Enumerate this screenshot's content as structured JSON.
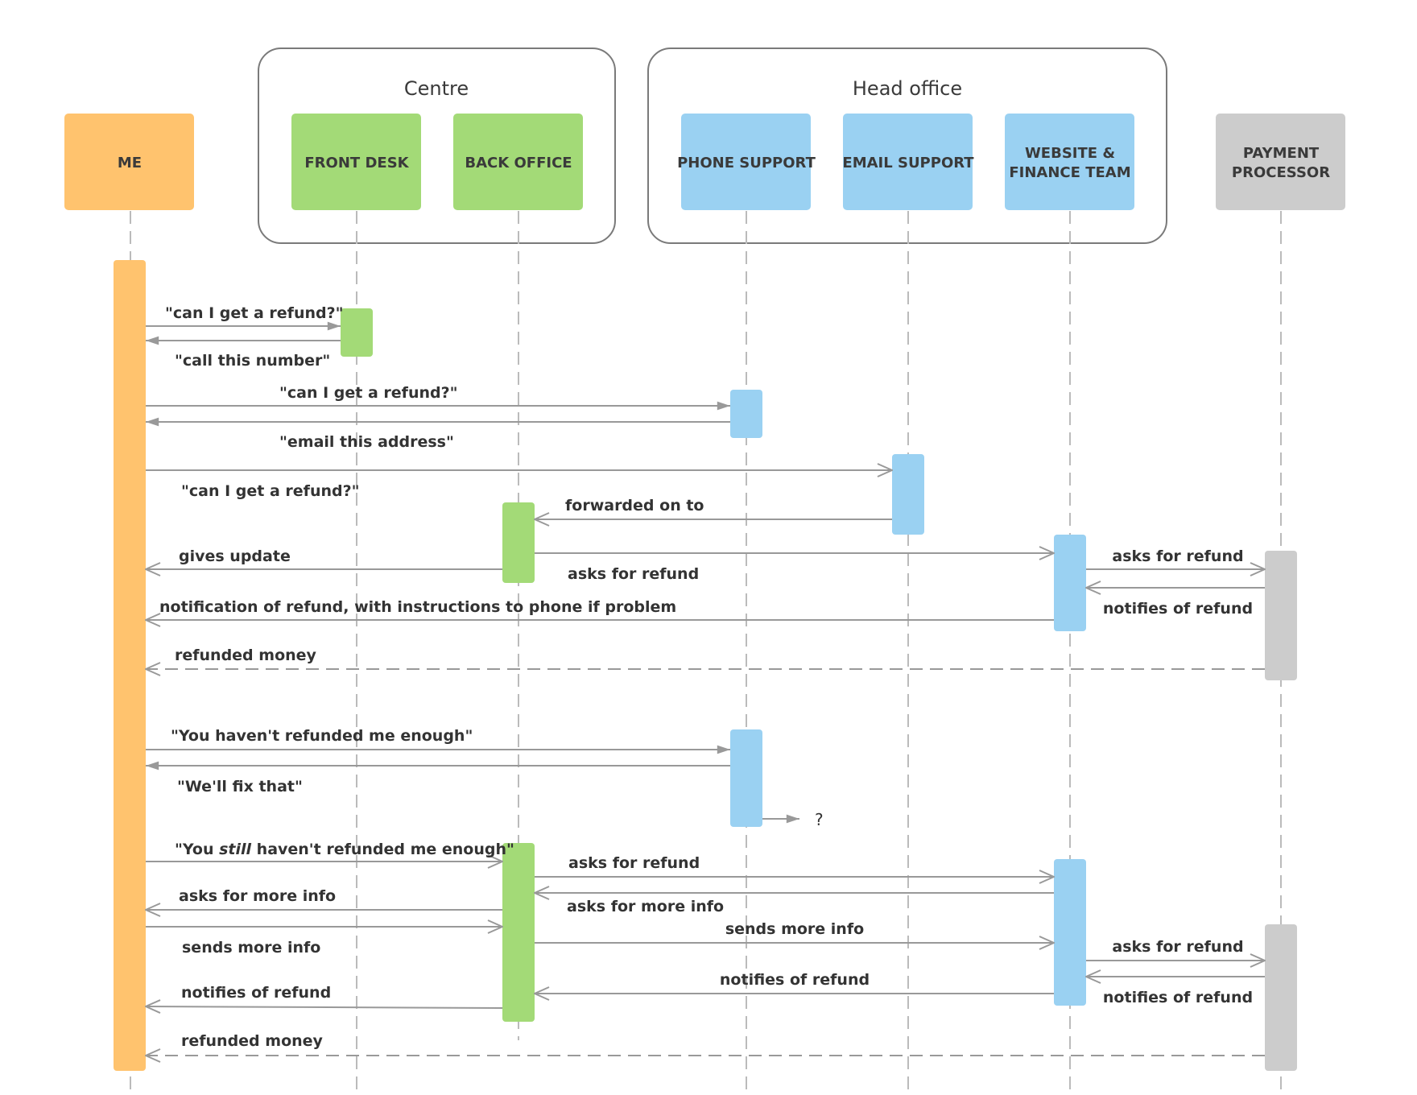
{
  "groups": [
    {
      "id": "centre",
      "label": "Centre"
    },
    {
      "id": "head_office",
      "label": "Head office"
    }
  ],
  "actors": [
    {
      "id": "me",
      "lines": [
        "ME"
      ],
      "color": "#FFC36E"
    },
    {
      "id": "front_desk",
      "lines": [
        "FRONT DESK"
      ],
      "color": "#A3DA77"
    },
    {
      "id": "back_office",
      "lines": [
        "BACK OFFICE"
      ],
      "color": "#A3DA77"
    },
    {
      "id": "phone_support",
      "lines": [
        "PHONE SUPPORT"
      ],
      "color": "#9AD1F2"
    },
    {
      "id": "email_support",
      "lines": [
        "EMAIL SUPPORT"
      ],
      "color": "#9AD1F2"
    },
    {
      "id": "website_finance",
      "lines": [
        "WEBSITE &",
        "FINANCE TEAM"
      ],
      "color": "#9AD1F2"
    },
    {
      "id": "payment_processor",
      "lines": [
        "PAYMENT",
        "PROCESSOR"
      ],
      "color": "#CCCCCC"
    }
  ],
  "messages": [
    {
      "from": "me",
      "to": "front_desk",
      "label": "\"can I get a refund?\"",
      "style": "solid"
    },
    {
      "from": "front_desk",
      "to": "me",
      "label": "\"call this number\"",
      "style": "solid"
    },
    {
      "from": "me",
      "to": "phone_support",
      "label": "\"can I get a refund?\"",
      "style": "solid"
    },
    {
      "from": "phone_support",
      "to": "me",
      "label": "\"email this address\"",
      "style": "solid"
    },
    {
      "from": "me",
      "to": "email_support",
      "label": "\"can I get a refund?\"",
      "style": "solid"
    },
    {
      "from": "email_support",
      "to": "back_office",
      "label": "forwarded on to",
      "style": "solid"
    },
    {
      "from": "back_office",
      "to": "website_finance",
      "label": "asks for refund",
      "style": "solid"
    },
    {
      "from": "back_office",
      "to": "me",
      "label": "gives update",
      "style": "solid"
    },
    {
      "from": "website_finance",
      "to": "payment_processor",
      "label": "asks for refund",
      "style": "solid"
    },
    {
      "from": "payment_processor",
      "to": "website_finance",
      "label": "notifies of refund",
      "style": "solid"
    },
    {
      "from": "website_finance",
      "to": "me",
      "label": "notification of refund, with instructions to phone if problem",
      "style": "solid"
    },
    {
      "from": "payment_processor",
      "to": "me",
      "label": "refunded money",
      "style": "dashed"
    },
    {
      "from": "me",
      "to": "phone_support",
      "label": "\"You haven't refunded me enough\"",
      "style": "solid"
    },
    {
      "from": "phone_support",
      "to": "me",
      "label": "\"We'll fix that\"",
      "style": "solid"
    },
    {
      "from": "phone_support",
      "to": "unknown",
      "label": "?",
      "style": "solid"
    },
    {
      "from": "me",
      "to": "back_office",
      "label_parts": [
        "\"You ",
        "still",
        " haven't refunded me enough\""
      ],
      "style": "solid"
    },
    {
      "from": "back_office",
      "to": "website_finance",
      "label": "asks for refund",
      "style": "solid"
    },
    {
      "from": "website_finance",
      "to": "back_office",
      "label": "asks for more info",
      "style": "solid"
    },
    {
      "from": "back_office",
      "to": "me",
      "label": "asks for more info",
      "style": "solid"
    },
    {
      "from": "me",
      "to": "back_office",
      "label": "sends more info",
      "style": "solid"
    },
    {
      "from": "back_office",
      "to": "website_finance",
      "label": "sends more info",
      "style": "solid"
    },
    {
      "from": "website_finance",
      "to": "payment_processor",
      "label": "asks for refund",
      "style": "solid"
    },
    {
      "from": "payment_processor",
      "to": "website_finance",
      "label": "notifies of refund",
      "style": "solid"
    },
    {
      "from": "website_finance",
      "to": "back_office",
      "label": "notifies of refund",
      "style": "solid"
    },
    {
      "from": "back_office",
      "to": "me",
      "label": "notifies of refund",
      "style": "solid"
    },
    {
      "from": "payment_processor",
      "to": "me",
      "label": "refunded money",
      "style": "dashed"
    }
  ],
  "colors": {
    "line": "#999999",
    "lifeline": "#BBBBBB",
    "text": "#333333",
    "group_border": "#777777"
  }
}
